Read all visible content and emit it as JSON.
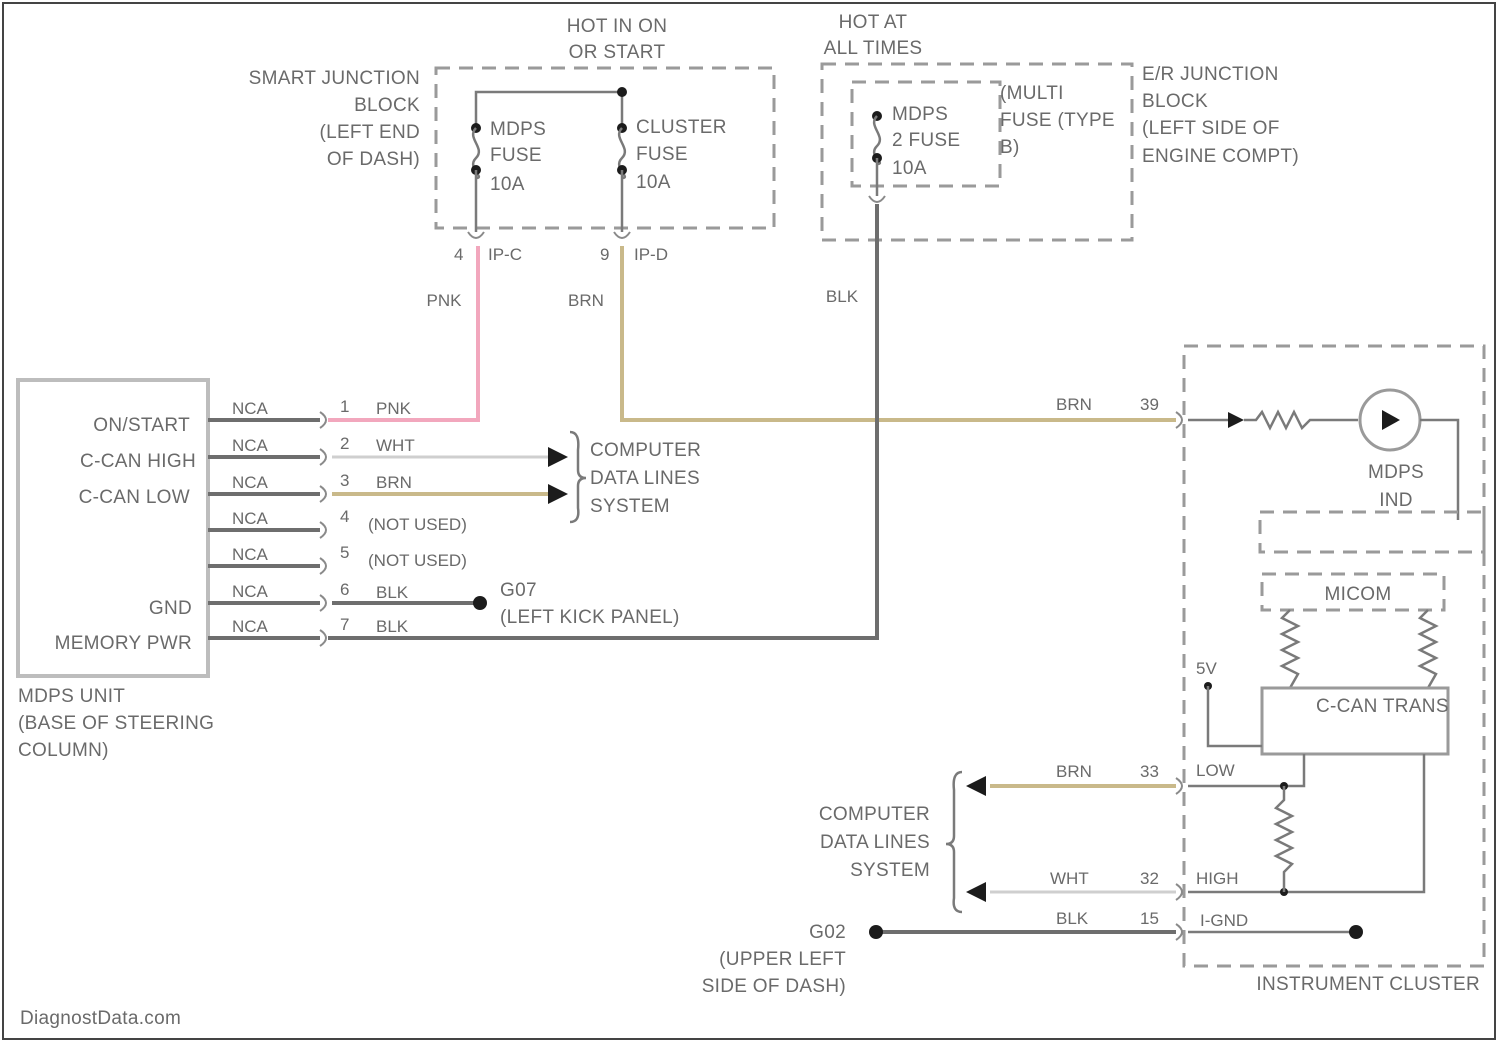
{
  "diagram": {
    "power_top": {
      "hot_in_on": [
        "HOT IN ON",
        "OR START"
      ],
      "hot_at": [
        "HOT AT",
        "ALL TIMES"
      ]
    },
    "smart_junction_block": [
      "SMART JUNCTION",
      "BLOCK",
      "(LEFT END",
      "OF DASH)"
    ],
    "mdps_fuse": [
      "MDPS",
      "FUSE",
      "10A"
    ],
    "cluster_fuse": [
      "CLUSTER",
      "FUSE",
      "10A"
    ],
    "pin_ipc": "IP-C",
    "pin_ipd": "IP-D",
    "pin_ipc_num": "4",
    "pin_ipd_num": "9",
    "mdps2_fuse": [
      "MDPS",
      "2 FUSE",
      "10A"
    ],
    "multi_fuse": [
      "(MULTI",
      "FUSE (TYPE",
      "B)"
    ],
    "er_junction_block": [
      "E/R JUNCTION",
      "BLOCK",
      "(LEFT SIDE OF",
      "ENGINE COMPT)"
    ],
    "wire_colors": {
      "pnk": "PNK",
      "brn": "BRN",
      "blk": "BLK",
      "wht": "WHT"
    },
    "mdps_unit": {
      "pins": [
        {
          "label": "ON/START",
          "nca": "NCA",
          "num": "1",
          "color": "PNK"
        },
        {
          "label": "C-CAN HIGH",
          "nca": "NCA",
          "num": "2",
          "color": "WHT"
        },
        {
          "label": "C-CAN LOW",
          "nca": "NCA",
          "num": "3",
          "color": "BRN"
        },
        {
          "label": "",
          "nca": "NCA",
          "num": "4",
          "color": "(NOT USED)"
        },
        {
          "label": "",
          "nca": "NCA",
          "num": "5",
          "color": "(NOT USED)"
        },
        {
          "label": "GND",
          "nca": "NCA",
          "num": "6",
          "color": "BLK"
        },
        {
          "label": "MEMORY PWR",
          "nca": "NCA",
          "num": "7",
          "color": "BLK"
        }
      ],
      "caption": [
        "MDPS UNIT",
        "(BASE OF STEERING",
        "COLUMN)"
      ]
    },
    "computer_data_lines_1": [
      "COMPUTER",
      "DATA LINES",
      "SYSTEM"
    ],
    "ground_g07": [
      "G07",
      "(LEFT KICK PANEL)"
    ],
    "cluster": {
      "brn_top": "BRN",
      "pin_top": "39",
      "mdps_ind": [
        "MDPS",
        "IND"
      ],
      "micom": "MICOM",
      "can_trans": "C-CAN TRANS",
      "v5": "5V",
      "low_color": "BRN",
      "low_pin": "33",
      "low_label": "LOW",
      "high_color": "WHT",
      "high_pin": "32",
      "high_label": "HIGH",
      "gnd_color": "BLK",
      "gnd_pin": "15",
      "gnd_label": "I-GND",
      "caption": "INSTRUMENT CLUSTER"
    },
    "computer_data_lines_2": [
      "COMPUTER",
      "DATA LINES",
      "SYSTEM"
    ],
    "ground_g02": [
      "G02",
      "(UPPER LEFT",
      "SIDE OF DASH)"
    ],
    "watermark": "DiagnostData.com"
  }
}
